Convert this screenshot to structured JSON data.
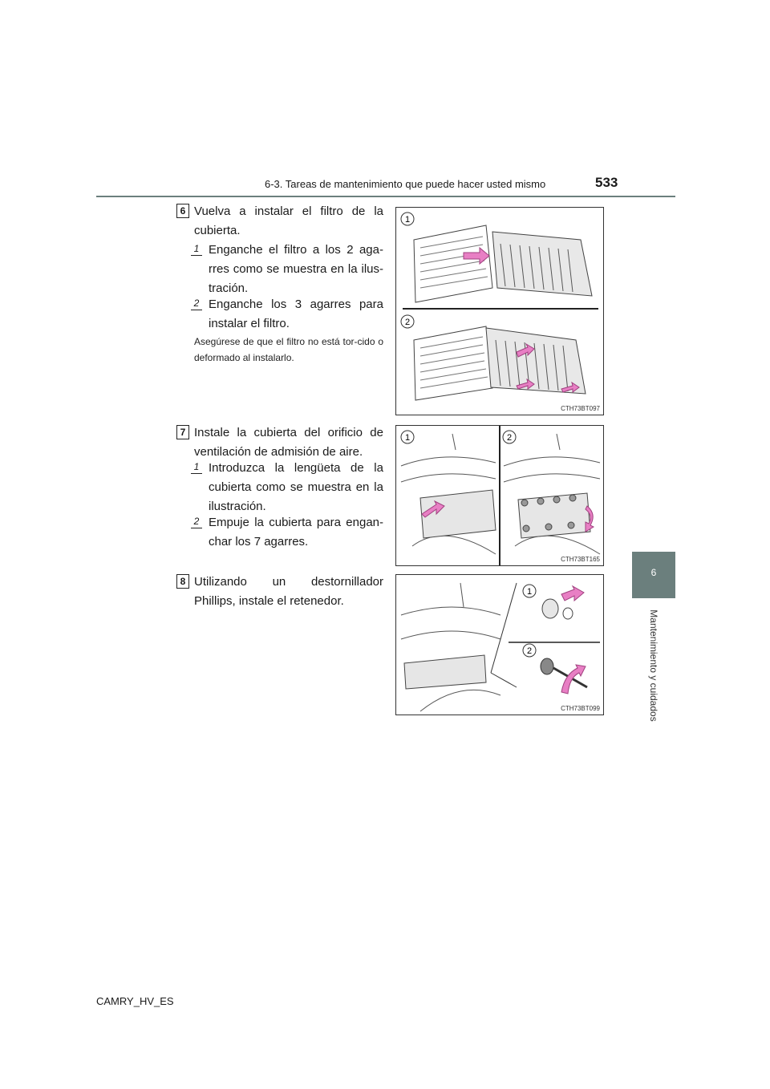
{
  "header": {
    "section_title": "6-3. Tareas de mantenimiento que puede hacer usted mismo",
    "page_number": "533"
  },
  "side_tab": {
    "chapter_number": "6",
    "chapter_title": "Mantenimiento y cuidados"
  },
  "steps": [
    {
      "badge": "6",
      "text": "Vuelva a instalar el filtro de la cubierta.",
      "substeps": [
        {
          "badge": "1",
          "text": "Enganche el filtro a los 2 aga-rres como se muestra en la ilus-tración."
        },
        {
          "badge": "2",
          "text": "Enganche los 3 agarres para instalar el filtro."
        }
      ],
      "note": "Asegúrese de que el filtro no está tor-cido o deformado al instalarlo.",
      "illustration": {
        "code": "CTH73BT097",
        "callouts": [
          "1",
          "2"
        ]
      }
    },
    {
      "badge": "7",
      "text": "Instale la cubierta del orificio de ventilación de admisión de aire.",
      "substeps": [
        {
          "badge": "1",
          "text": "Introduzca la lengüeta de la cubierta como se muestra en la ilustración."
        },
        {
          "badge": "2",
          "text": "Empuje la cubierta para engan-char los 7 agarres."
        }
      ],
      "illustration": {
        "code": "CTH73BT165",
        "callouts": [
          "1",
          "2"
        ]
      }
    },
    {
      "badge": "8",
      "text": "Utilizando un destornillador Phillips, instale el retenedor.",
      "illustration": {
        "code": "CTH73BT099",
        "callouts": [
          "1",
          "2"
        ]
      }
    }
  ],
  "footer": {
    "model_code": "CAMRY_HV_ES"
  },
  "colors": {
    "tab": "#6b7f7d",
    "arrow": "#e87fc4"
  }
}
